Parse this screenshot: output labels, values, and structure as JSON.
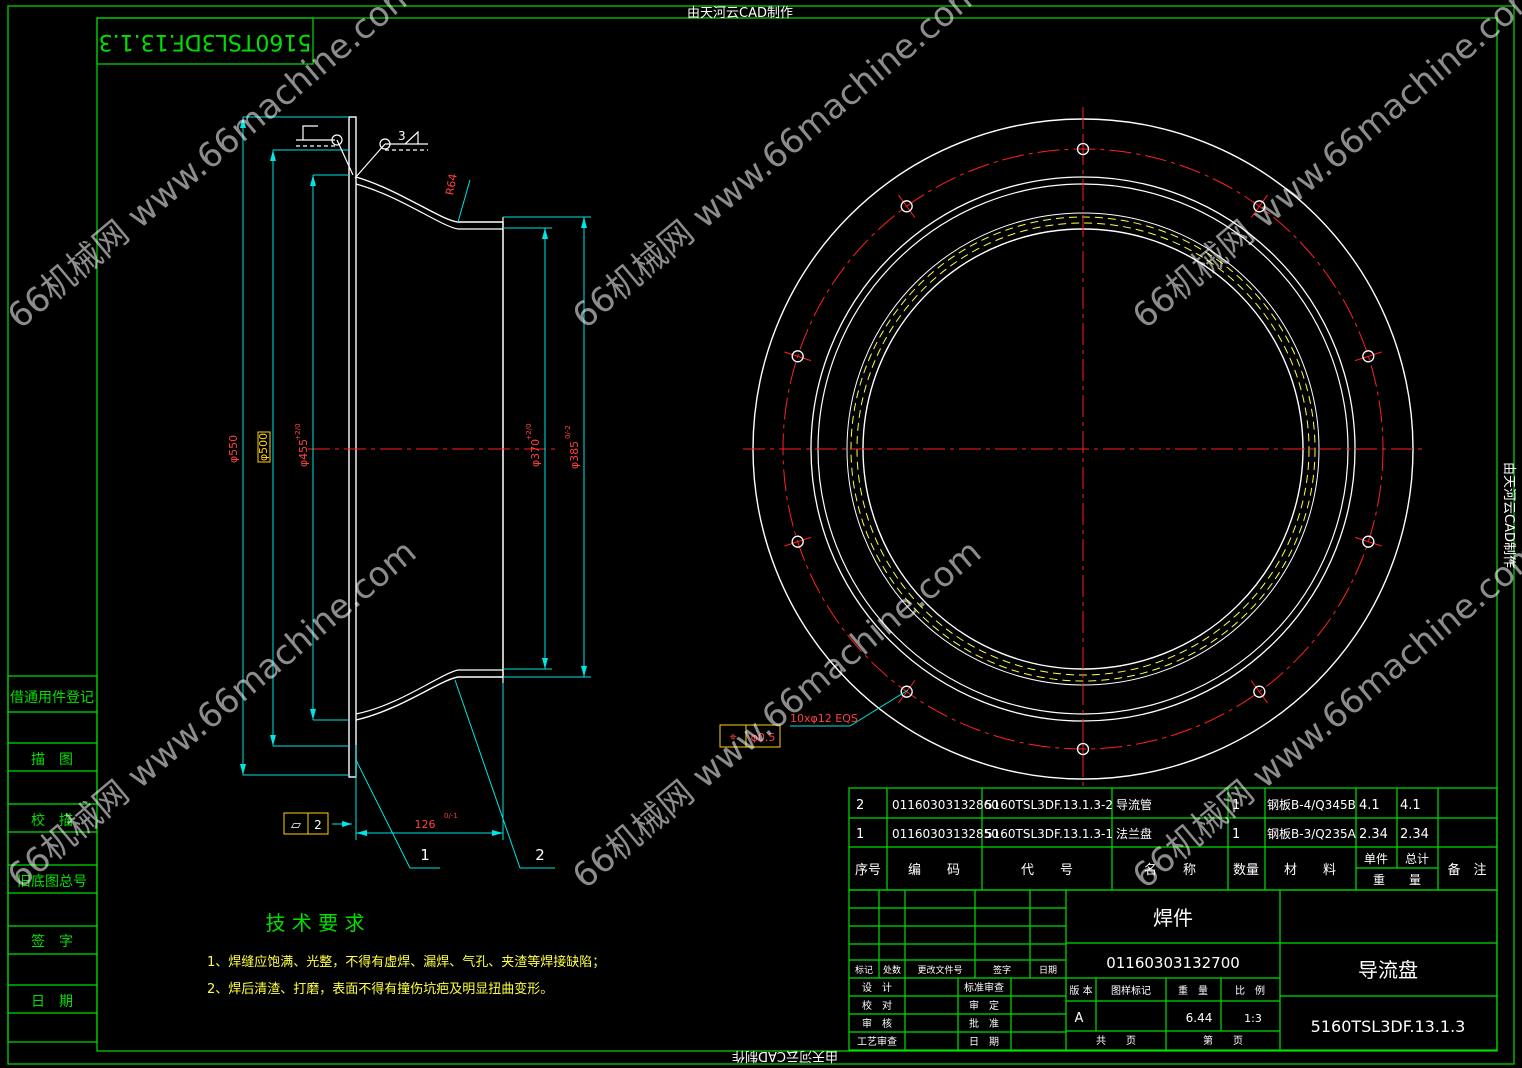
{
  "frame": {
    "credit_top": "由天河云CAD制作",
    "credit_right": "由天河云CAD制作",
    "credit_bottom": "由天河云CAD制作",
    "corner_code": "5160TSL3DF.13.1.3"
  },
  "left_strip": [
    "借通用件登记",
    "描　图",
    "校　描",
    "旧底图总号",
    "签　字",
    "日　期"
  ],
  "side_view": {
    "dims": {
      "d550": "φ550",
      "d500": "φ500",
      "d455": "φ455",
      "d455_tol": "+2/0",
      "d370": "φ370",
      "d370_tol": "+2/0",
      "d385": "φ385",
      "d385_tol": "0/-2",
      "r64": "R64",
      "len126": "126",
      "len126_tol": "0/-1"
    },
    "weld_symbol_value": "3",
    "flatness_symbol": "▱",
    "flatness_value": "2",
    "balloons": [
      "1",
      "2"
    ]
  },
  "front_view": {
    "hole_callout": "10xφ12 EQS",
    "position_tol_symbol": "⌖",
    "position_tol_value": "φ0.5"
  },
  "tech_req": {
    "title": "技 术 要 求",
    "lines": [
      "1、焊缝应饱满、光整，不得有虚焊、漏焊、气孔、夹渣等焊接缺陷；",
      "2、焊后清渣、打磨，表面不得有撞伤坑疤及明显扭曲变形。"
    ]
  },
  "bom": {
    "rows": [
      {
        "seq": "2",
        "code": "01160303132860",
        "drawing": "5160TSL3DF.13.1.3-2",
        "name": "导流管",
        "qty": "1",
        "material": "钢板B-4/Q345B",
        "unit": "4.1",
        "total": "4.1"
      },
      {
        "seq": "1",
        "code": "01160303132850",
        "drawing": "5160TSL3DF.13.1.3-1",
        "name": "法兰盘",
        "qty": "1",
        "material": "钢板B-3/Q235A",
        "unit": "2.34",
        "total": "2.34"
      }
    ],
    "header": {
      "seq": "序号",
      "code": "编　　码",
      "drawing": "代　　号",
      "name": "名　　称",
      "qty": "数量",
      "material": "材　　料",
      "unit": "单件",
      "total": "总计",
      "weight": "重　　量",
      "remark": "备　注"
    }
  },
  "title_block": {
    "type": "焊件",
    "part_code": "01160303132700",
    "part_name": "导流盘",
    "drawing_no": "5160TSL3DF.13.1.3",
    "rev_headers": [
      "标记",
      "处数",
      "更改文件号",
      "签字",
      "日期"
    ],
    "sign_left": [
      "设　计",
      "校　对",
      "审　核",
      "工艺审查"
    ],
    "sign_right": [
      "标准审查",
      "审　定",
      "批　准",
      "日　期"
    ],
    "stage_label": "版 本",
    "mark_label": "图样标记",
    "weight_label": "重　量",
    "scale_label": "比　例",
    "stage_value": "A",
    "weight_value": "6.44",
    "scale_value": "1:3",
    "total_sheets_label": "共　　页",
    "sheet_label": "第　　页"
  },
  "watermark": "66机械网 www.66machine.com"
}
